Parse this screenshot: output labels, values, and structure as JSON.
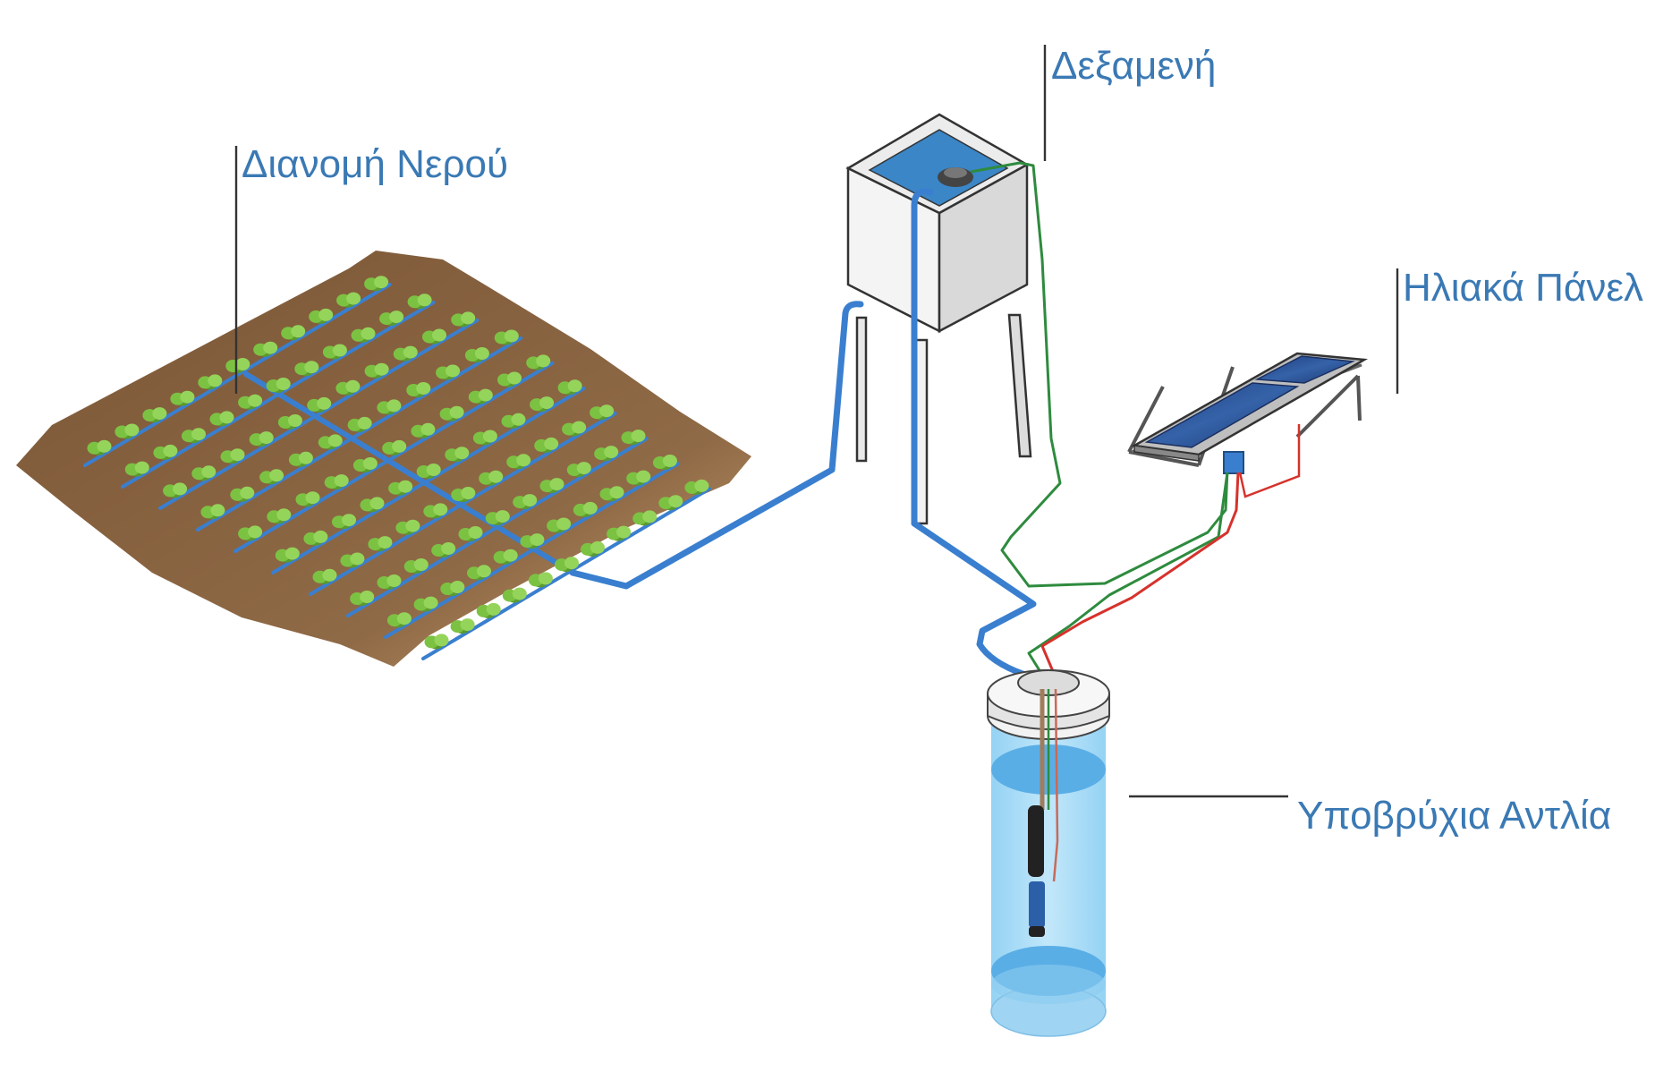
{
  "labels": {
    "distribution": "Διανομή Νερού",
    "tank": "Δεξαμενή",
    "solar": "Ηλιακά Πάνελ",
    "pump": "Υποβρύχια Αντλία"
  },
  "colors": {
    "label": "#3a79b4",
    "water_pipe": "#3a7fcf",
    "cable_green": "#2e8b3e",
    "cable_red": "#d6322c",
    "soil": "#8f6a46",
    "plant": "#7cc242",
    "tank_wall": "#ececec",
    "solar_cell": "#2d4f8f",
    "well_water": "#8fcff2"
  },
  "icons": [
    "crop-field",
    "water-tank",
    "solar-panel",
    "submersible-pump",
    "borehole-well"
  ]
}
